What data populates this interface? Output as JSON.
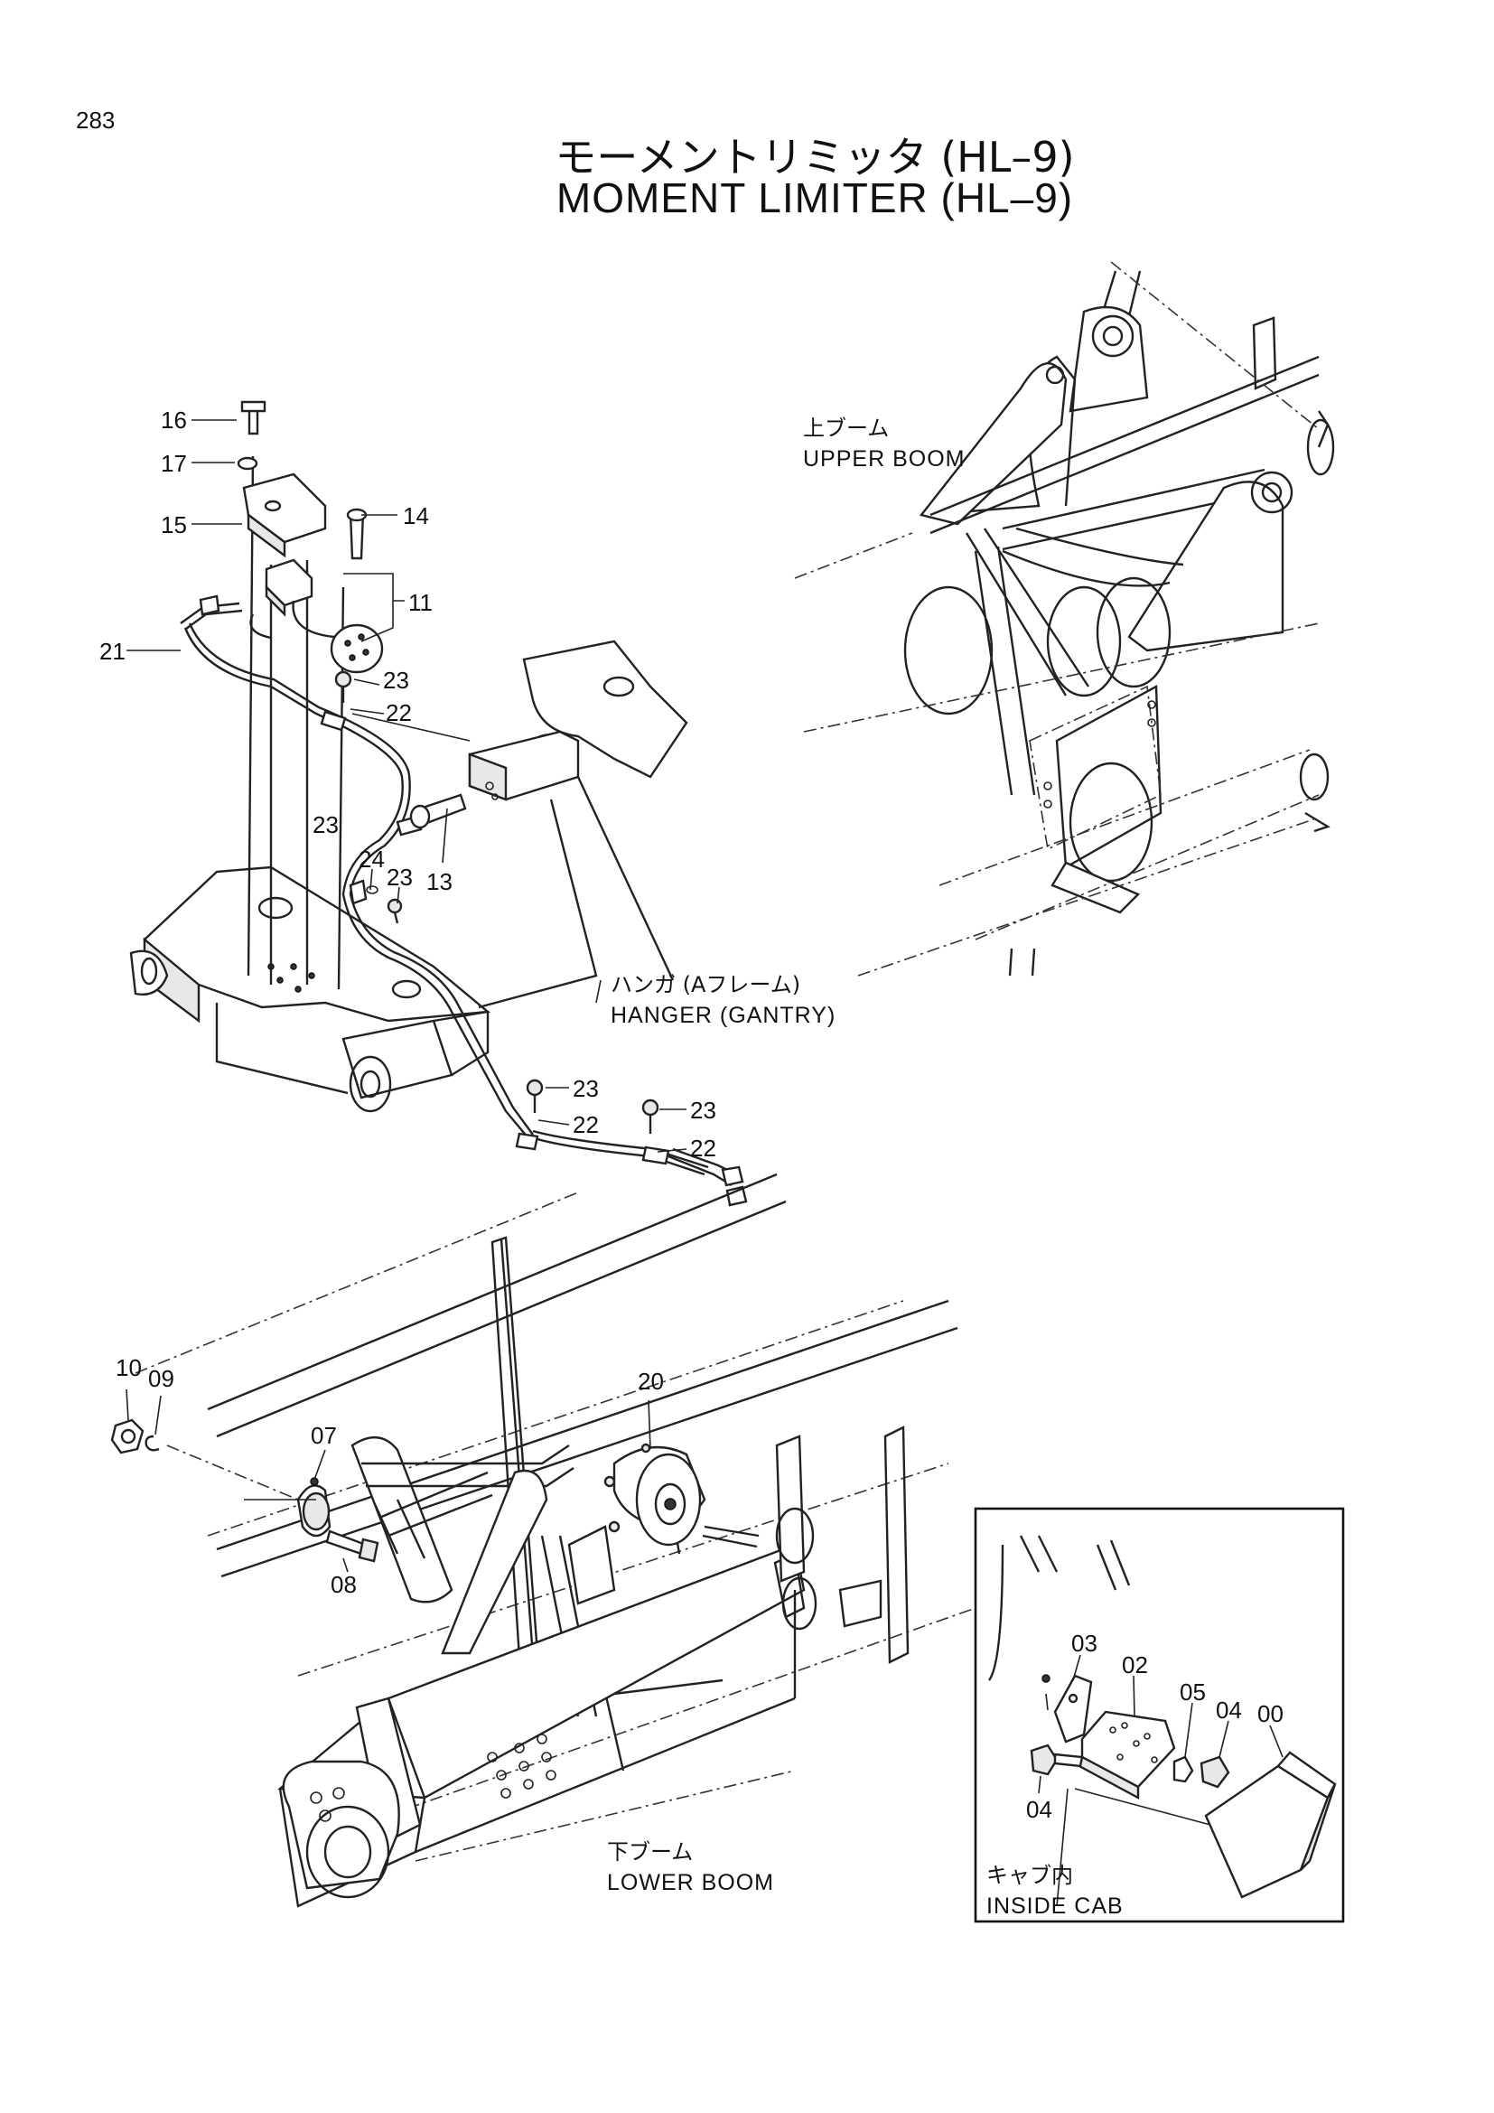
{
  "page_number": "283",
  "title_jp": "モーメントリミッタ (HL–9)",
  "title_en": "MOMENT LIMITER (HL–9)",
  "sections": {
    "upper_boom": {
      "jp": "上ブーム",
      "en": "UPPER BOOM"
    },
    "hanger": {
      "jp": "ハンガ (Aフレーム)",
      "en": "HANGER (GANTRY)"
    },
    "lower_boom": {
      "jp": "下ブーム",
      "en": "LOWER BOOM"
    },
    "inside_cab": {
      "jp": "キャブ内",
      "en": "INSIDE CAB"
    }
  },
  "callouts": {
    "p16": "16",
    "p17": "17",
    "p15": "15",
    "p14": "14",
    "p11": "11",
    "p21": "21",
    "p23a": "23",
    "p22a": "22",
    "p23b": "23",
    "p13": "13",
    "p24": "24",
    "p23c": "23",
    "p23d": "23",
    "p22b": "22",
    "p23e": "23",
    "p22c": "22",
    "p10": "10",
    "p09": "09",
    "p07": "07",
    "p08": "08",
    "p20": "20",
    "p03": "03",
    "p02": "02",
    "p05": "05",
    "p04a": "04",
    "p00": "00",
    "p04b": "04"
  }
}
